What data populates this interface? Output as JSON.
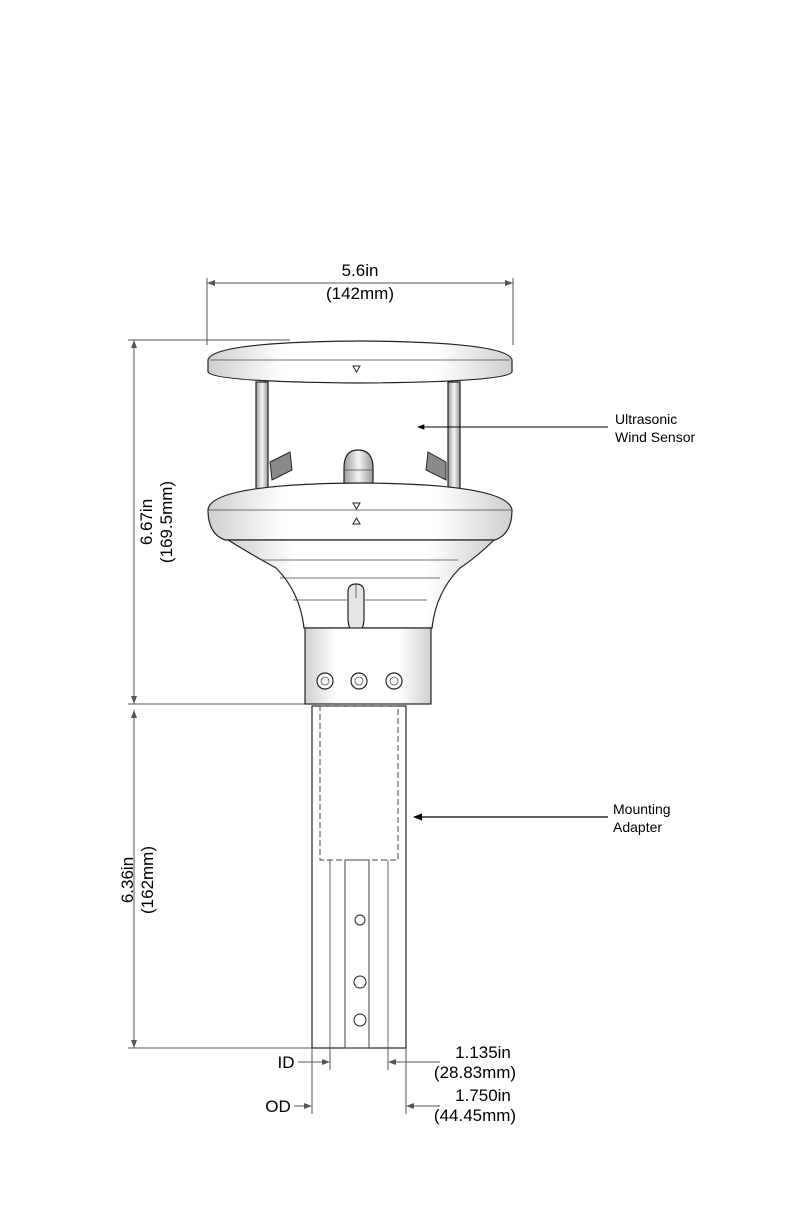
{
  "dimensions": {
    "width": {
      "imperial": "5.6in",
      "metric": "(142mm)"
    },
    "sensor_height": {
      "imperial": "6.67in",
      "metric": "(169.5mm)"
    },
    "adapter_height": {
      "imperial": "6.36in",
      "metric": "(162mm)"
    },
    "inner_diameter": {
      "label": "ID",
      "imperial": "1.135in",
      "metric": "(28.83mm)"
    },
    "outer_diameter": {
      "label": "OD",
      "imperial": "1.750in",
      "metric": "(44.45mm)"
    }
  },
  "callouts": {
    "sensor": {
      "line1": "Ultrasonic",
      "line2": "Wind Sensor"
    },
    "adapter": {
      "line1": "Mounting",
      "line2": "Adapter"
    }
  },
  "colors": {
    "body_fill": "#ffffff",
    "shade": "#d9d9d9",
    "dark_shade": "#8a8a8a",
    "line": "#222222"
  }
}
